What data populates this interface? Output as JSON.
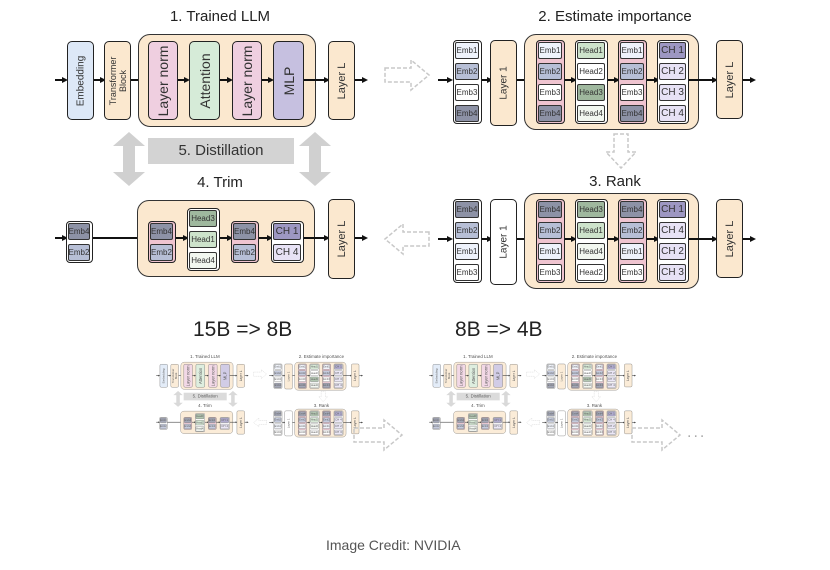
{
  "main_diagram": {
    "step1": {
      "title": "1. Trained LLM",
      "embedding": "Embedding",
      "transformer_block": "Transformer Block",
      "layer_norm_1": "Layer norm",
      "attention": "Attention",
      "layer_norm_2": "Layer norm",
      "mlp": "MLP",
      "layer_l": "Layer L"
    },
    "step2": {
      "title": "2. Estimate importance",
      "emb_col": [
        "Emb1",
        "Emb2",
        "Emb3",
        "Emb4"
      ],
      "layer_1": "Layer 1",
      "emb_inner_1": [
        "Emb1",
        "Emb2",
        "Emb3",
        "Emb4"
      ],
      "heads": [
        "Head1",
        "Head2",
        "Head3",
        "Head4"
      ],
      "emb_inner_2": [
        "Emb1",
        "Emb2",
        "Emb3",
        "Emb4"
      ],
      "channels": [
        "CH 1",
        "CH 2",
        "CH 3",
        "CH 4"
      ],
      "layer_l": "Layer L"
    },
    "step3": {
      "title": "3. Rank",
      "emb_col": [
        "Emb4",
        "Emb2",
        "Emb1",
        "Emb3"
      ],
      "layer_1": "Layer 1",
      "emb_inner_1": [
        "Emb4",
        "Emb2",
        "Emb1",
        "Emb3"
      ],
      "heads": [
        "Head3",
        "Head1",
        "Head4",
        "Head2"
      ],
      "emb_inner_2": [
        "Emb4",
        "Emb2",
        "Emb1",
        "Emb3"
      ],
      "channels": [
        "CH 1",
        "CH 4",
        "CH 2",
        "CH 3"
      ],
      "layer_l": "Layer L"
    },
    "step4": {
      "title": "4. Trim",
      "emb_col": [
        "Emb4",
        "Emb2"
      ],
      "emb_inner_1": [
        "Emb4",
        "Emb2"
      ],
      "heads": [
        "Head3",
        "Head1",
        "Head4"
      ],
      "emb_inner_2": [
        "Emb4",
        "Emb2"
      ],
      "channels": [
        "CH 1",
        "CH 4"
      ],
      "layer_l": "Layer L"
    },
    "step5": {
      "title": "5. Distillation"
    }
  },
  "iterations": [
    {
      "label": "15B => 8B"
    },
    {
      "label": "8B => 4B"
    }
  ],
  "continuation": "...",
  "credit": "Image Credit: NVIDIA",
  "colors": {
    "embedding": "#dde8f7",
    "tan": "#fbe8cf",
    "layer_norm": "#efcfe0",
    "attention": "#d6ebd8",
    "mlp": "#c6c0e0",
    "emb_light": "#eef2fb",
    "emb_mid": "#b7bfd6",
    "emb_dark": "#8d92a6",
    "head_light": "#f2f7f0",
    "head_mid": "#cde3cb",
    "head_dark": "#9fb89e",
    "ch_light": "#e7e2f5",
    "ch_dark": "#9d97c2",
    "separator": "#efc4d0",
    "distill": "#d3d3d3"
  }
}
